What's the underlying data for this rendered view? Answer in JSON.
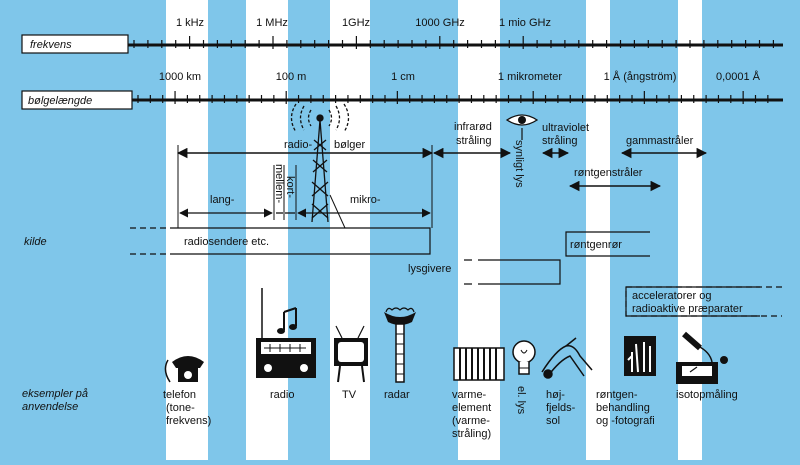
{
  "axes": {
    "frequency": {
      "label": "frekvens",
      "ticks": [
        "1 kHz",
        "1 MHz",
        "1GHz",
        "1000 GHz",
        "1 mio GHz"
      ]
    },
    "wavelength": {
      "label": "bølgelængde",
      "ticks": [
        "1000 km",
        "100 m",
        "1 cm",
        "1 mikrometer",
        "1 Å (ångström)",
        "0,0001 Å"
      ]
    }
  },
  "bands": {
    "radio": "radio-",
    "radio2": "bølger",
    "long": "lang-",
    "medium": "mellem-",
    "short": "kort-",
    "micro": "mikro-",
    "infrared_1": "infrarød",
    "infrared_2": "stråling",
    "visible": "synligt lys",
    "uv_1": "ultraviolet",
    "uv_2": "stråling",
    "gamma": "gammastråler",
    "xray": "røntgenstråler"
  },
  "sources": {
    "heading": "kilde",
    "radio_senders": "radiosendere etc.",
    "light_givers": "lysgivere",
    "xray_tube": "røntgenrør",
    "accel_1": "acceleratorer og",
    "accel_2": "radioaktive præparater"
  },
  "uses": {
    "heading_1": "eksempler på",
    "heading_2": "anvendelse",
    "telephone_1": "telefon",
    "telephone_2": "(tone-",
    "telephone_3": "frekvens)",
    "radio": "radio",
    "tv": "TV",
    "radar": "radar",
    "heater_1": "varme-",
    "heater_2": "element",
    "heater_3": "(varme-",
    "heater_4": "stråling)",
    "bulb": "el. lys",
    "sun_1": "høj-",
    "sun_2": "fjelds-",
    "sun_3": "sol",
    "xray_1": "røntgen-",
    "xray_2": "behandling",
    "xray_3": "og -fotografi",
    "isotope": "isotopmåling"
  },
  "icons": [
    "telephone-icon",
    "radio-icon",
    "music-note-icon",
    "tv-icon",
    "radar-icon",
    "antenna-icon",
    "eye-icon",
    "heater-icon",
    "bulb-icon",
    "sunbather-icon",
    "xray-hand-icon",
    "isotope-meter-icon"
  ],
  "colors": {
    "background": "#7fc6ea",
    "band": "#ffffff",
    "ink": "#111111"
  }
}
